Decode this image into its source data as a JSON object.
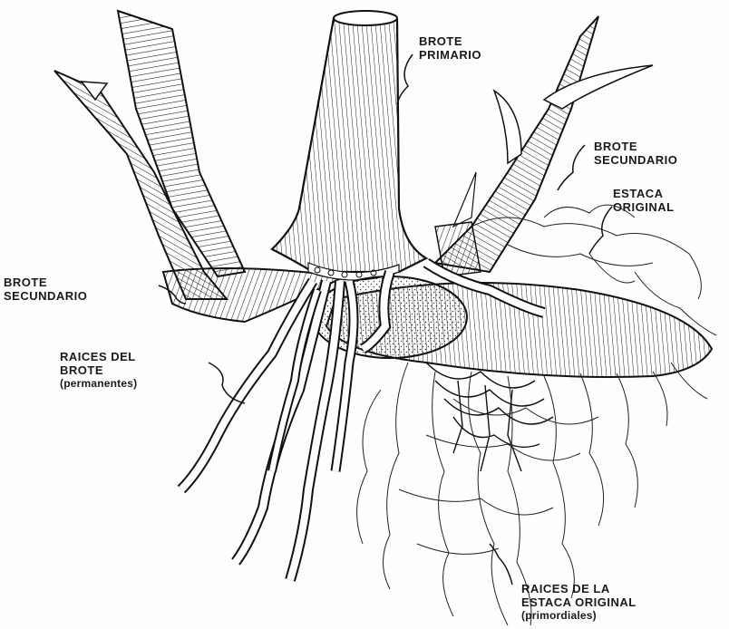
{
  "labels": {
    "brote_primario": [
      "BROTE",
      "PRIMARIO"
    ],
    "brote_secundario_right": [
      "BROTE",
      "SECUNDARIO"
    ],
    "estaca_original": [
      "ESTACA",
      "ORIGINAL"
    ],
    "brote_secundario_left": [
      "BROTE",
      "SECUNDARIO"
    ],
    "raices_brote": [
      "RAICES DEL",
      "BROTE",
      "(permanentes)"
    ],
    "raices_estaca": [
      "RAICES DE LA",
      "ESTACA ORIGINAL",
      "(primordiales)"
    ]
  },
  "colors": {
    "ink": "#1a1a1a",
    "paper": "#fefefe",
    "stipple": "#555555"
  }
}
